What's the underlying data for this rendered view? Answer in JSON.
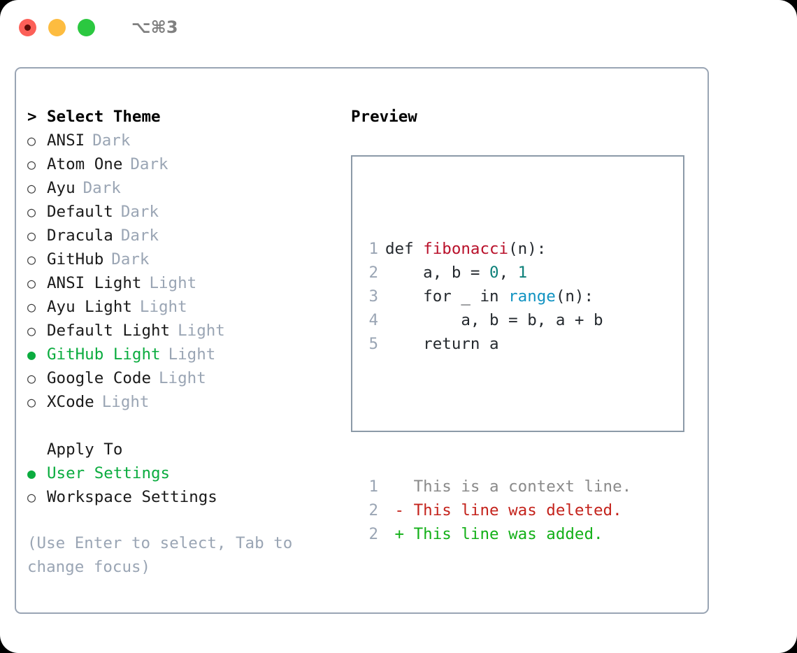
{
  "titlebar": {
    "shortcut": "⌥⌘3",
    "buttons": [
      {
        "name": "close",
        "color": "#fc6058"
      },
      {
        "name": "minimize",
        "color": "#fdbc40"
      },
      {
        "name": "zoom",
        "color": "#2bc840"
      }
    ]
  },
  "theme_list": {
    "header_marker": ">",
    "header": "Select Theme",
    "marker_selected": "●",
    "marker_unselected": "○",
    "items": [
      {
        "label": "ANSI",
        "tag": "Dark",
        "selected": false
      },
      {
        "label": "Atom One",
        "tag": "Dark",
        "selected": false
      },
      {
        "label": "Ayu",
        "tag": "Dark",
        "selected": false
      },
      {
        "label": "Default",
        "tag": "Dark",
        "selected": false
      },
      {
        "label": "Dracula",
        "tag": "Dark",
        "selected": false
      },
      {
        "label": "GitHub",
        "tag": "Dark",
        "selected": false
      },
      {
        "label": "ANSI Light",
        "tag": "Light",
        "selected": false
      },
      {
        "label": "Ayu Light",
        "tag": "Light",
        "selected": false
      },
      {
        "label": "Default Light",
        "tag": "Light",
        "selected": false
      },
      {
        "label": "GitHub Light",
        "tag": "Light",
        "selected": true
      },
      {
        "label": "Google Code",
        "tag": "Light",
        "selected": false
      },
      {
        "label": "XCode",
        "tag": "Light",
        "selected": false
      }
    ]
  },
  "apply_to": {
    "header": "Apply To",
    "items": [
      {
        "label": "User Settings",
        "selected": true
      },
      {
        "label": "Workspace Settings",
        "selected": false
      }
    ]
  },
  "hint": "(Use Enter to select, Tab to change focus)",
  "preview": {
    "title": "Preview",
    "code_lines": [
      {
        "no": "1",
        "parts": [
          {
            "t": "def ",
            "c": "plain"
          },
          {
            "t": "fibonacci",
            "c": "func"
          },
          {
            "t": "(n):",
            "c": "plain"
          }
        ]
      },
      {
        "no": "2",
        "parts": [
          {
            "t": "    a, b = ",
            "c": "plain"
          },
          {
            "t": "0",
            "c": "num"
          },
          {
            "t": ", ",
            "c": "plain"
          },
          {
            "t": "1",
            "c": "num"
          }
        ]
      },
      {
        "no": "3",
        "parts": [
          {
            "t": "    for _ in ",
            "c": "plain"
          },
          {
            "t": "range",
            "c": "call"
          },
          {
            "t": "(n):",
            "c": "plain"
          }
        ]
      },
      {
        "no": "4",
        "parts": [
          {
            "t": "        a, b = b, a + b",
            "c": "plain"
          }
        ]
      },
      {
        "no": "5",
        "parts": [
          {
            "t": "    return a",
            "c": "plain"
          }
        ]
      }
    ],
    "diff_lines": [
      {
        "no": "1",
        "sign": " ",
        "text": "This is a context line.",
        "kind": "context"
      },
      {
        "no": "2",
        "sign": "-",
        "text": "This line was deleted.",
        "kind": "del"
      },
      {
        "no": "2",
        "sign": "+",
        "text": "This line was added.",
        "kind": "add"
      }
    ]
  },
  "colors": {
    "accent_green": "#0bac3f",
    "muted": "#9aa5b4",
    "border": "#9aa5b4",
    "diff_add": "#13b018",
    "diff_del": "#c4231c",
    "syntax_func": "#b9102a",
    "syntax_num": "#0d8079",
    "syntax_call": "#1193c2"
  }
}
